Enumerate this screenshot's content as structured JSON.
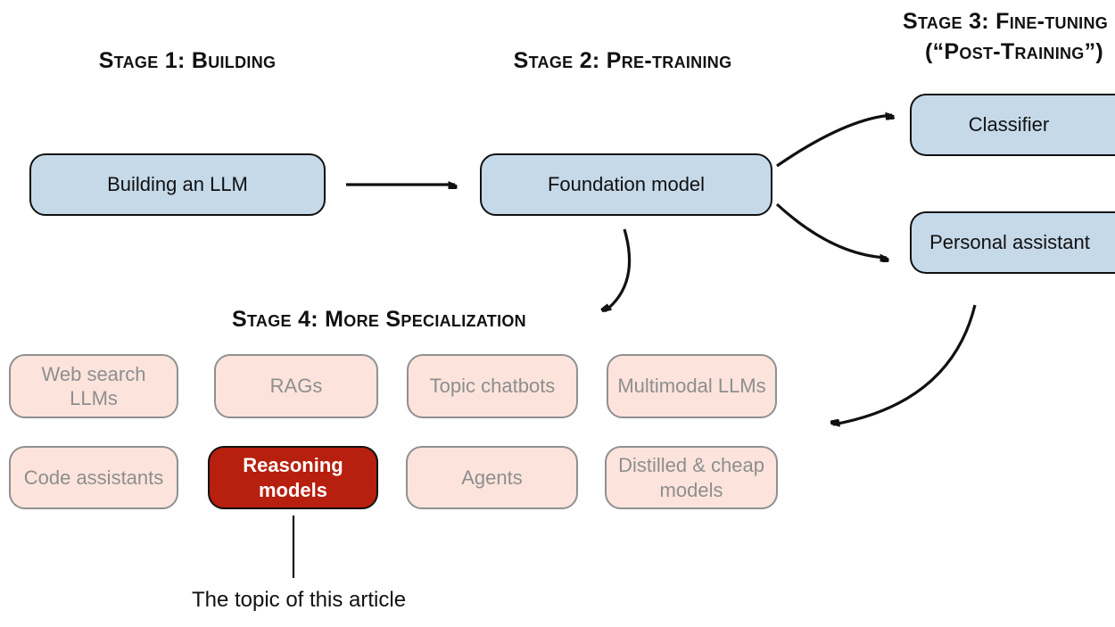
{
  "colors": {
    "bg": "#ffffff",
    "blue_fill": "#c5d9e9",
    "pink_fill": "#fce4dc",
    "pink_border": "#909090",
    "pink_text": "#8e8e8e",
    "red_fill": "#b71f0e",
    "red_text": "#ffffff",
    "node_border": "#111111",
    "arrow": "#111111"
  },
  "stages": {
    "stage1": {
      "label": "Stage 1: Building"
    },
    "stage2": {
      "label": "Stage 2: Pre-training"
    },
    "stage3": {
      "label_line1": "Stage 3: Fine-tuning",
      "label_line2": "(“Post-Training”)"
    },
    "stage4": {
      "label": "Stage 4: More Specialization"
    }
  },
  "nodes": {
    "building": {
      "label": "Building an LLM"
    },
    "foundation": {
      "label": "Foundation model"
    },
    "classifier": {
      "label": "Classifier"
    },
    "personal_assistant": {
      "label": "Personal assistant"
    },
    "web_search": {
      "label": "Web search LLMs"
    },
    "rags": {
      "label": "RAGs"
    },
    "topic_chatbots": {
      "label": "Topic chatbots"
    },
    "multimodal": {
      "label": "Multimodal LLMs"
    },
    "code_assistants": {
      "label": "Code assistants"
    },
    "reasoning": {
      "label": "Reasoning models"
    },
    "agents": {
      "label": "Agents"
    },
    "distilled": {
      "label": "Distilled & cheap models"
    }
  },
  "annotation": {
    "text": "The topic of this article"
  }
}
